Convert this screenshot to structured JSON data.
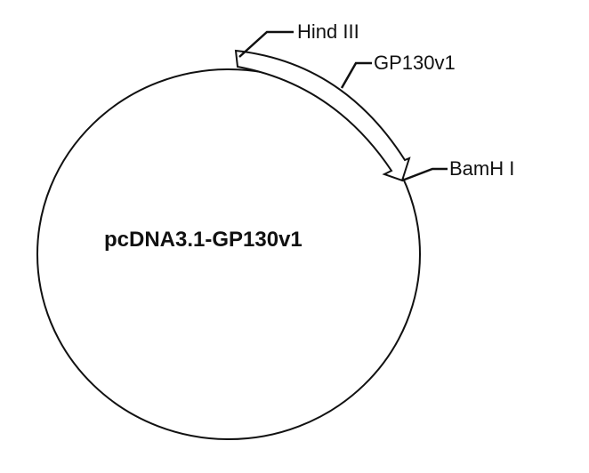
{
  "plasmid": {
    "name": "pcDNA3.1-GP130v1",
    "insert": "GP130v1",
    "sites": [
      {
        "name": "Hind III"
      },
      {
        "name": "BamH I"
      }
    ]
  },
  "colors": {
    "line": "#111111",
    "background": "#ffffff",
    "arrow_fill": "#ffffff"
  }
}
